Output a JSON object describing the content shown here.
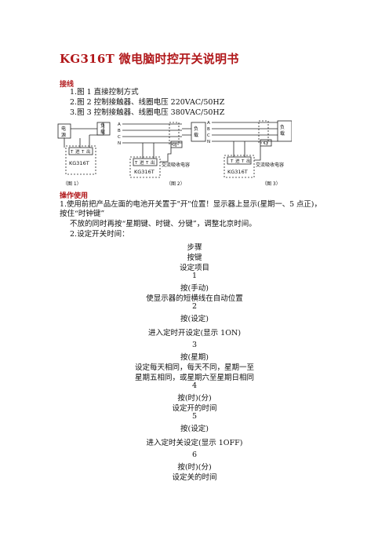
{
  "document": {
    "title": "KG316T 微电脑时控开关说明书",
    "wiring_heading": "接线",
    "wiring_items": [
      "1.图 1 直接控制方式",
      "2.图 2 控制接触器、线圈电压 220VAC/50HZ",
      "3.图 3 控制接触器、线圈电压 380VAC/50HZ"
    ],
    "diagram": {
      "fig1": {
        "power": [
          "电",
          "源"
        ],
        "load": [
          "负",
          "载"
        ],
        "device": "KG316T",
        "caption": "（图 1）"
      },
      "fig2": {
        "phases": [
          "A",
          "B",
          "C",
          "N"
        ],
        "load": [
          "负",
          "载"
        ],
        "contactor": "CJ",
        "absorb": "交流吸收电容",
        "device": "KG316T",
        "caption": "（图 2）"
      },
      "fig3": {
        "phases": [
          "A",
          "B",
          "C",
          "N"
        ],
        "load": [
          "负",
          "载"
        ],
        "contactor": "CJ",
        "absorb": "交流吸收电容",
        "device": "KG316T",
        "caption": "（图 3）"
      },
      "terminals": [
        "T",
        "进",
        "T",
        "出"
      ]
    },
    "operation_heading": "操作使用",
    "op_para1_line1": "1.使用前把产品左面的电池开关置于\"开\"位置！显示器上显示(星期一、5 点正)，",
    "op_para1_line2": "按住“时钟键”",
    "op_para1_line3": "不放的同时再按“星期键、时键、分键”，调整北京时间。",
    "op_para2": "2.设定开关时间：",
    "steps": [
      "步骤",
      "按键",
      "设定项目",
      "1",
      "按(手动)",
      "使显示器的短横线在自动位置",
      "2",
      "按(设定)",
      "进入定时开设定(显示 1ON)",
      "3",
      "按(星期)",
      "设定每天相同，每天不同，星期一至",
      "星期五相同，或星期六至星期日相同",
      "4",
      "按(时)(分)",
      "设定开的时间",
      "5",
      "按(设定)",
      "进入定时关设定(显示 1OFF)",
      "6",
      "按(时)(分)",
      "设定关的时间"
    ]
  }
}
